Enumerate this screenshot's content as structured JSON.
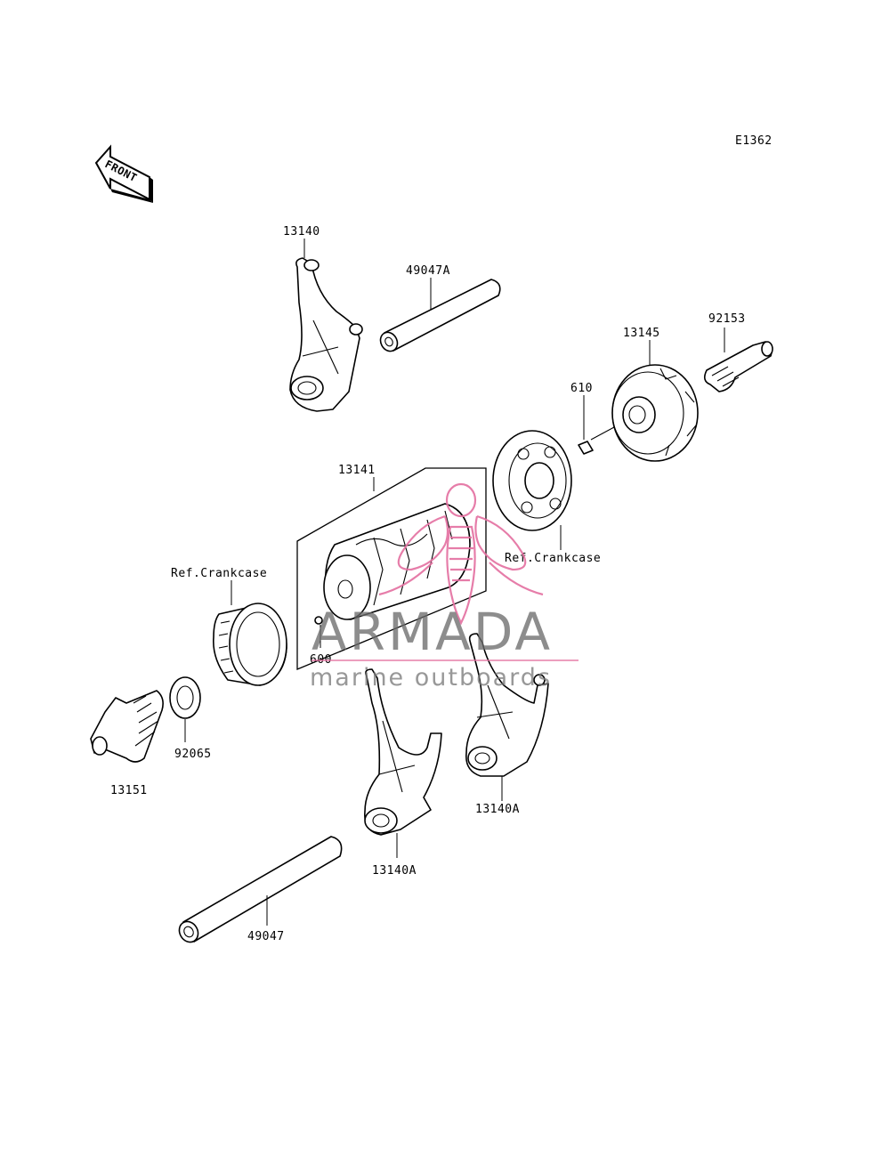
{
  "diagram_id": "E1362",
  "front_arrow": {
    "text": "FRONT",
    "icon": "front-direction-arrow-icon"
  },
  "callouts": {
    "fork_upper": "13140",
    "shaft_upper": "49047A",
    "cam_plate": "13145",
    "bolt": "92153",
    "pin": "610",
    "drum": "13141",
    "bearing_right_ref": "Ref.Crankcase",
    "bearing_left_ref": "Ref.Crankcase",
    "drum_pin": "600",
    "washer": "92065",
    "stopper": "13151",
    "fork_lower_right": "13140A",
    "fork_lower_mid": "13140A",
    "shaft_lower": "49047"
  },
  "watermark": {
    "brand": "ARMADA",
    "tagline": "marine outboards",
    "accent_color": "#e46fa0",
    "text_color": "#6b6b6b"
  }
}
